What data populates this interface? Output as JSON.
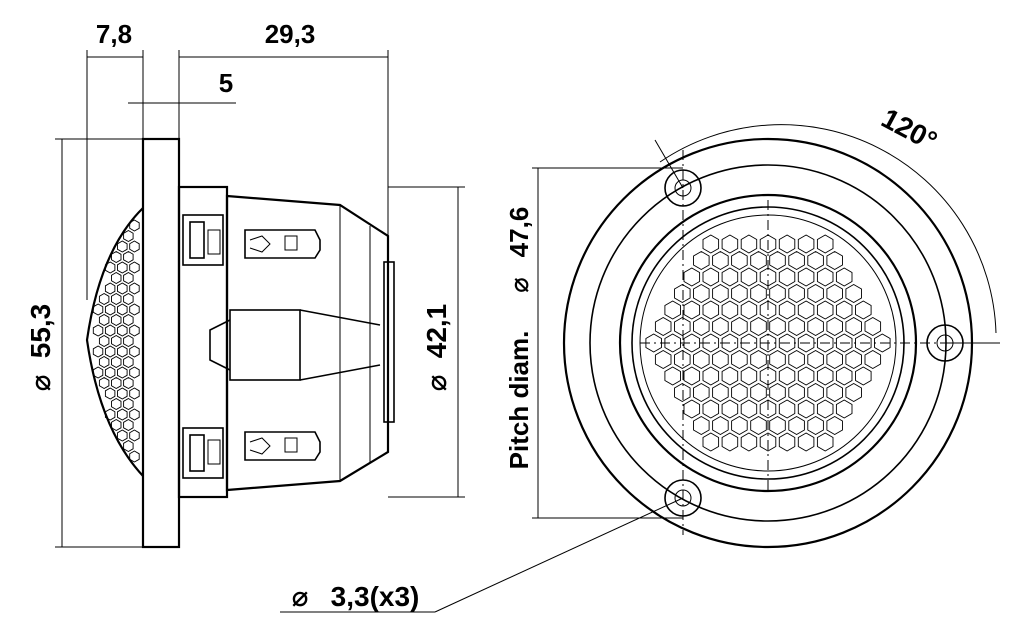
{
  "dimensions": {
    "flange_thickness": "7,8",
    "depth": "29,3",
    "offset": "5",
    "outer_diameter": "55,3",
    "body_diameter": "42,1",
    "pitch_diameter_label": "Pitch diam.",
    "pitch_diameter_value": "47,6",
    "angle": "120°",
    "hole": "3,3(x3)"
  },
  "symbols": {
    "diameter": "⌀"
  }
}
